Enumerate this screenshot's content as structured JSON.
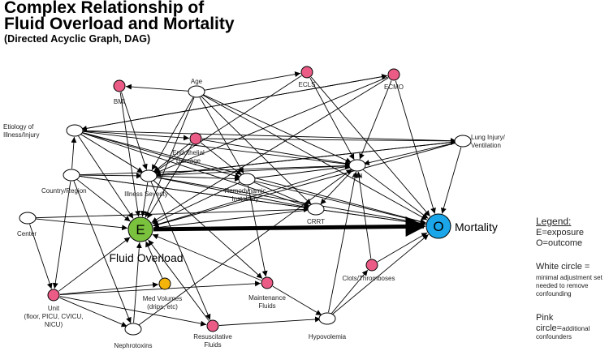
{
  "title": "Complex Relationship of\nFluid Overload and Mortality",
  "subtitle": "(Directed Acyclic Graph, DAG)",
  "legend": {
    "heading": "Legend:",
    "exposure": "E=exposure",
    "outcome": "O=outcome",
    "white_title": "White circle =",
    "white_desc": "minimal adjustment set needed to remove confounding",
    "pink_title": "Pink",
    "pink_desc_prefix": "circle=",
    "pink_desc": "additional confounders"
  },
  "colors": {
    "pink": "#ea5b86",
    "white": "#ffffff",
    "yellow": "#f5b40a",
    "green": "#7ac23d",
    "blue": "#1aa6e8"
  },
  "nodes": [
    {
      "id": "bmi",
      "label": [
        "BMI"
      ],
      "color": "pink"
    },
    {
      "id": "age",
      "label": [
        "Age"
      ],
      "color": "white"
    },
    {
      "id": "ecls",
      "label": [
        "ECLS"
      ],
      "color": "pink"
    },
    {
      "id": "ecmo",
      "label": [
        "ECMO"
      ],
      "color": "pink"
    },
    {
      "id": "etiology",
      "label": [
        "Etiology of",
        "Illness/Injury"
      ],
      "color": "white"
    },
    {
      "id": "endo",
      "label": [
        "Endothelial",
        "Damage"
      ],
      "color": "pink"
    },
    {
      "id": "lung",
      "label": [
        "Lung Injury/",
        "Ventilation"
      ],
      "color": "white"
    },
    {
      "id": "country",
      "label": [
        "Country/Region"
      ],
      "color": "white"
    },
    {
      "id": "severity",
      "label": [
        "Illness Severity"
      ],
      "color": "white"
    },
    {
      "id": "hemo",
      "label": [
        "Hemodynamic",
        "Instability"
      ],
      "color": "white"
    },
    {
      "id": "aki",
      "label": [
        "AKI"
      ],
      "color": "white"
    },
    {
      "id": "crrt",
      "label": [
        "CRRT"
      ],
      "color": "white"
    },
    {
      "id": "center",
      "label": [
        "Center"
      ],
      "color": "white"
    },
    {
      "id": "E",
      "letter": "E",
      "label": [
        "Fluid Overload"
      ],
      "color": "green"
    },
    {
      "id": "O",
      "letter": "O",
      "label": [
        "Mortality"
      ],
      "color": "blue"
    },
    {
      "id": "med",
      "label": [
        "Med Volumes",
        "(drips, etc)"
      ],
      "color": "yellow"
    },
    {
      "id": "maint",
      "label": [
        "Maintenance",
        "Fluids"
      ],
      "color": "pink"
    },
    {
      "id": "clots",
      "label": [
        "Clots/Thromboses"
      ],
      "color": "pink"
    },
    {
      "id": "unit",
      "label": [
        "Unit",
        "(floor, PICU, CVICU,",
        "NICU)"
      ],
      "color": "pink"
    },
    {
      "id": "nephro",
      "label": [
        "Nephrotoxins"
      ],
      "color": "white"
    },
    {
      "id": "resus",
      "label": [
        "Resuscitative",
        "Fluids"
      ],
      "color": "pink"
    },
    {
      "id": "hypo",
      "label": [
        "Hypovolemia"
      ],
      "color": "white"
    }
  ],
  "edges": [
    [
      "bmi",
      "E"
    ],
    [
      "bmi",
      "severity"
    ],
    [
      "age",
      "E"
    ],
    [
      "age",
      "severity"
    ],
    [
      "age",
      "ecls"
    ],
    [
      "age",
      "hemo"
    ],
    [
      "age",
      "aki"
    ],
    [
      "age",
      "O"
    ],
    [
      "age",
      "crrt"
    ],
    [
      "age",
      "bmi"
    ],
    [
      "ecls",
      "aki"
    ],
    [
      "ecls",
      "O"
    ],
    [
      "ecls",
      "severity"
    ],
    [
      "ecmo",
      "aki"
    ],
    [
      "ecmo",
      "O"
    ],
    [
      "ecmo",
      "E"
    ],
    [
      "ecmo",
      "etiology"
    ],
    [
      "ecmo",
      "severity"
    ],
    [
      "etiology",
      "ecmo"
    ],
    [
      "etiology",
      "lung"
    ],
    [
      "etiology",
      "aki"
    ],
    [
      "etiology",
      "endo"
    ],
    [
      "etiology",
      "E"
    ],
    [
      "etiology",
      "hemo"
    ],
    [
      "etiology",
      "O"
    ],
    [
      "etiology",
      "severity"
    ],
    [
      "etiology",
      "crrt"
    ],
    [
      "endo",
      "aki"
    ],
    [
      "endo",
      "E"
    ],
    [
      "endo",
      "severity"
    ],
    [
      "endo",
      "hemo"
    ],
    [
      "endo",
      "lung"
    ],
    [
      "lung",
      "O"
    ],
    [
      "lung",
      "aki"
    ],
    [
      "lung",
      "E"
    ],
    [
      "lung",
      "severity"
    ],
    [
      "country",
      "etiology"
    ],
    [
      "country",
      "E"
    ],
    [
      "country",
      "severity"
    ],
    [
      "country",
      "aki"
    ],
    [
      "country",
      "crrt"
    ],
    [
      "country",
      "unit"
    ],
    [
      "country",
      "O"
    ],
    [
      "country",
      "nephro"
    ],
    [
      "severity",
      "E"
    ],
    [
      "severity",
      "lung"
    ],
    [
      "severity",
      "aki"
    ],
    [
      "severity",
      "O"
    ],
    [
      "severity",
      "hemo"
    ],
    [
      "severity",
      "crrt"
    ],
    [
      "severity",
      "maint"
    ],
    [
      "severity",
      "resus"
    ],
    [
      "hemo",
      "O"
    ],
    [
      "hemo",
      "aki"
    ],
    [
      "hemo",
      "E"
    ],
    [
      "hemo",
      "crrt"
    ],
    [
      "hemo",
      "maint"
    ],
    [
      "aki",
      "O"
    ],
    [
      "aki",
      "E"
    ],
    [
      "aki",
      "crrt"
    ],
    [
      "crrt",
      "E"
    ],
    [
      "crrt",
      "O"
    ],
    [
      "center",
      "E"
    ],
    [
      "center",
      "crrt"
    ],
    [
      "center",
      "unit"
    ],
    [
      "E",
      "O"
    ],
    [
      "med",
      "E"
    ],
    [
      "maint",
      "E"
    ],
    [
      "maint",
      "hypo"
    ],
    [
      "clots",
      "O"
    ],
    [
      "clots",
      "aki"
    ],
    [
      "unit",
      "med"
    ],
    [
      "unit",
      "maint"
    ],
    [
      "unit",
      "nephro"
    ],
    [
      "unit",
      "resus"
    ],
    [
      "unit",
      "E"
    ],
    [
      "nephro",
      "aki"
    ],
    [
      "nephro",
      "E"
    ],
    [
      "resus",
      "E"
    ],
    [
      "resus",
      "hypo"
    ],
    [
      "hypo",
      "O"
    ],
    [
      "hypo",
      "aki"
    ],
    [
      "hypo",
      "clots"
    ]
  ]
}
